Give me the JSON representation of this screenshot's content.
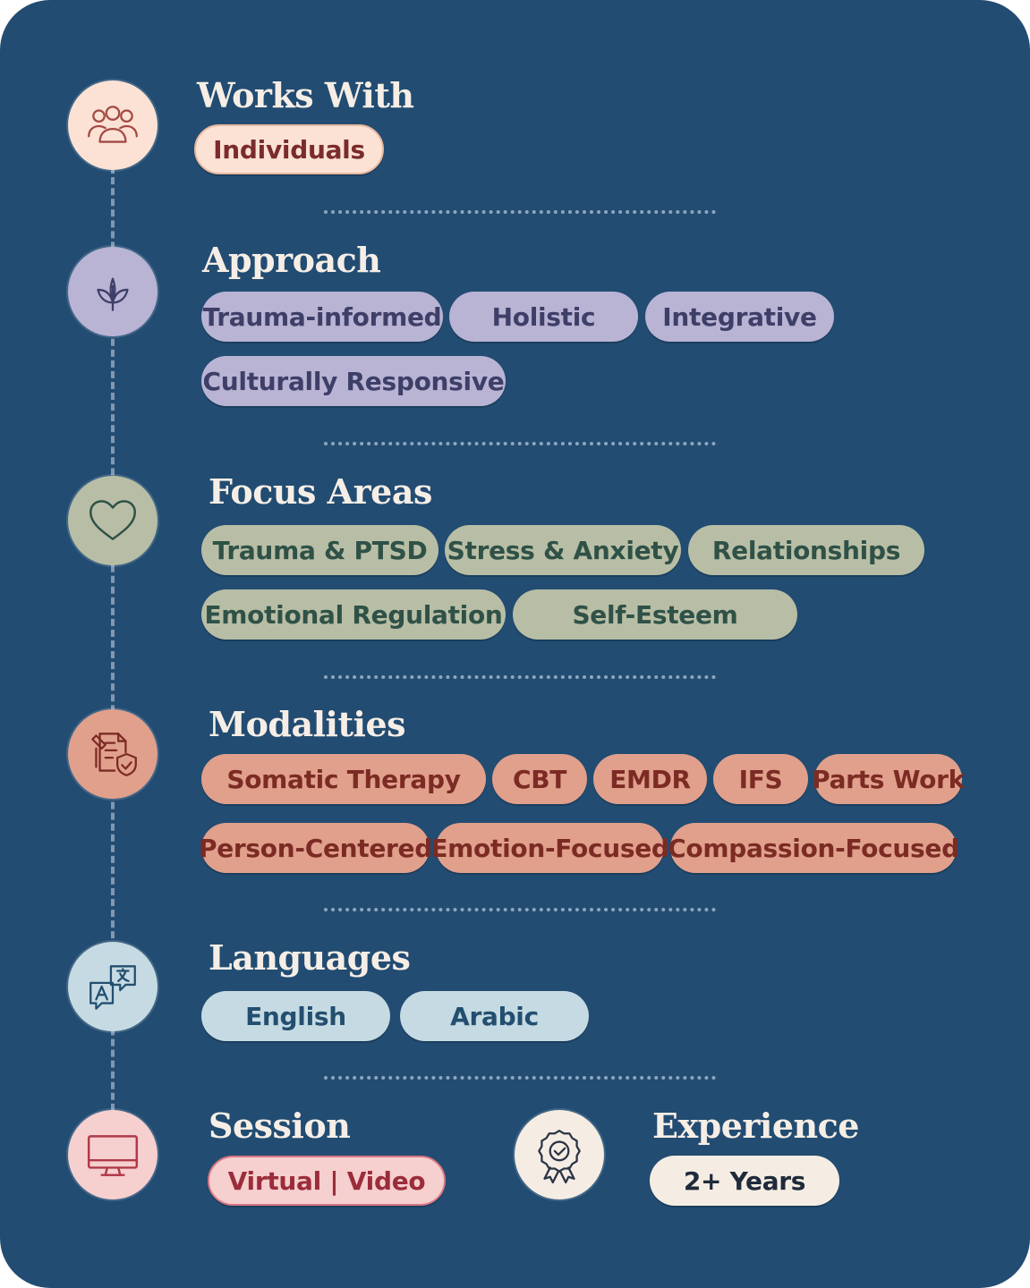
{
  "sections": {
    "works_with": {
      "title": "Works With",
      "tags": [
        "Individuals"
      ]
    },
    "approach": {
      "title": "Approach",
      "tags": [
        "Trauma-informed",
        "Holistic",
        "Integrative",
        "Culturally Responsive"
      ]
    },
    "focus_areas": {
      "title": "Focus Areas",
      "tags": [
        "Trauma & PTSD",
        "Stress & Anxiety",
        "Relationships",
        "Emotional Regulation",
        "Self-Esteem"
      ]
    },
    "modalities": {
      "title": "Modalities",
      "tags": [
        "Somatic Therapy",
        "CBT",
        "EMDR",
        "IFS",
        "Parts Work",
        "Person-Centered",
        "Emotion-Focused",
        "Compassion-Focused"
      ]
    },
    "languages": {
      "title": "Languages",
      "tags": [
        "English",
        "Arabic"
      ]
    },
    "session": {
      "title": "Session",
      "tags": [
        "Virtual | Video"
      ]
    },
    "experience": {
      "title": "Experience",
      "tags": [
        "2+ Years"
      ]
    }
  },
  "icons": {
    "works_with": "people-group-icon",
    "approach": "leaf-icon",
    "focus_areas": "heart-icon",
    "modalities": "clipboard-shield-icon",
    "languages": "translate-icon",
    "session": "monitor-icon",
    "experience": "award-badge-icon"
  },
  "colors": {
    "background": "#224c72",
    "works_with": "#fbe2d5",
    "approach": "#b9b4d4",
    "focus_areas": "#b8bea5",
    "modalities": "#e0a08c",
    "languages": "#c5dae2",
    "session": "#f6cfcf",
    "experience": "#f5ede3"
  }
}
